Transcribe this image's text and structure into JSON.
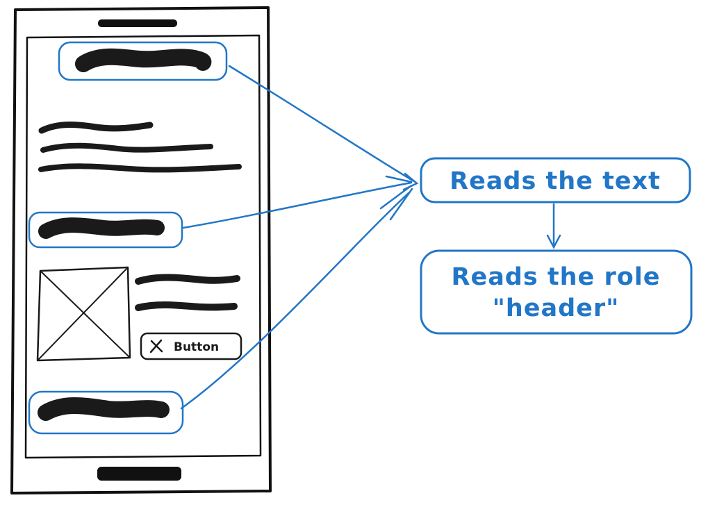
{
  "diagram": {
    "colors": {
      "accent_blue": "#2176c7",
      "ink_black": "#1a1a1a"
    },
    "phone_wireframe": {
      "button_label": "Button"
    },
    "annotations": {
      "reads_text_label": "Reads the text",
      "reads_role_line1": "Reads the role",
      "reads_role_line2": "\"header\""
    }
  }
}
